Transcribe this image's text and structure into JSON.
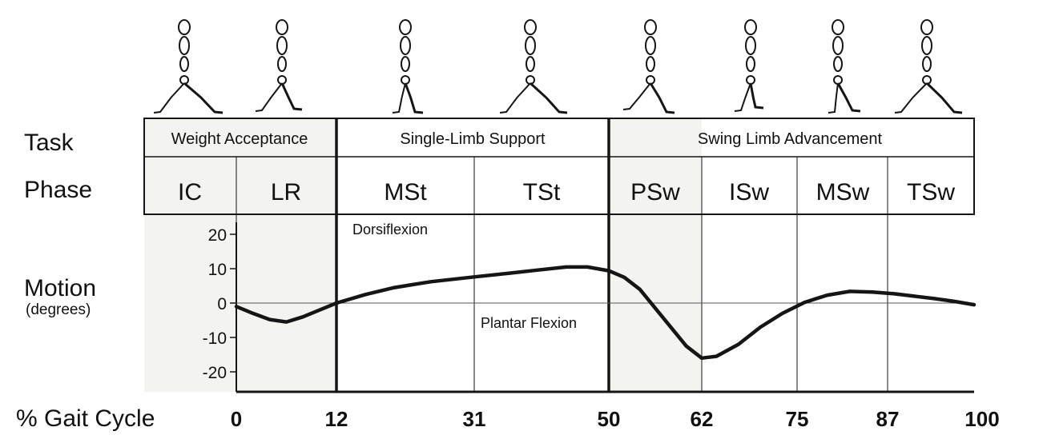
{
  "row_labels": {
    "task": "Task",
    "phase": "Phase",
    "motion": "Motion",
    "motion_unit": "(degrees)",
    "gait_cycle": "% Gait Cycle"
  },
  "tasks": [
    "Weight Acceptance",
    "Single-Limb Support",
    "Swing Limb Advancement"
  ],
  "phases": [
    "IC",
    "LR",
    "MSt",
    "TSt",
    "PSw",
    "ISw",
    "MSw",
    "TSw"
  ],
  "annotations": {
    "dorsiflexion": "Dorsiflexion",
    "plantar_flexion": "Plantar Flexion"
  },
  "colors": {
    "shade": "#f3f3ef",
    "line": "#151515"
  },
  "chart_data": {
    "type": "line",
    "xlabel": "% Gait Cycle",
    "ylabel": "Motion (degrees)",
    "x_ticks": [
      0,
      12,
      31,
      50,
      62,
      75,
      87,
      100
    ],
    "x_tick_labels": [
      "0",
      "12",
      "31",
      "50",
      "62",
      "75",
      "87",
      "100"
    ],
    "y_ticks": [
      20,
      10,
      0,
      -10,
      -20
    ],
    "y_tick_labels": [
      "20",
      "10",
      "0",
      "-10",
      "-20"
    ],
    "ylim": [
      -25,
      22
    ],
    "xlim": [
      0,
      100
    ],
    "grid": true,
    "series": [
      {
        "x": [
          0,
          2,
          4,
          6,
          8,
          10,
          12,
          16,
          20,
          25,
          31,
          36,
          40,
          44,
          47,
          50,
          52,
          54,
          56,
          58,
          60,
          62,
          64,
          67,
          70,
          73,
          76,
          79,
          82,
          85,
          88,
          91,
          94,
          97,
          100
        ],
        "y": [
          -1,
          -3,
          -4.8,
          -5.5,
          -4,
          -2,
          0,
          2.5,
          4.5,
          6.2,
          7.6,
          8.7,
          9.6,
          10.5,
          10.5,
          9.4,
          7.5,
          4,
          -1.5,
          -7,
          -12.5,
          -16,
          -15.5,
          -12,
          -7,
          -3,
          0.2,
          2.3,
          3.4,
          3.2,
          2.7,
          2,
          1.3,
          0.5,
          -0.5
        ]
      }
    ]
  }
}
